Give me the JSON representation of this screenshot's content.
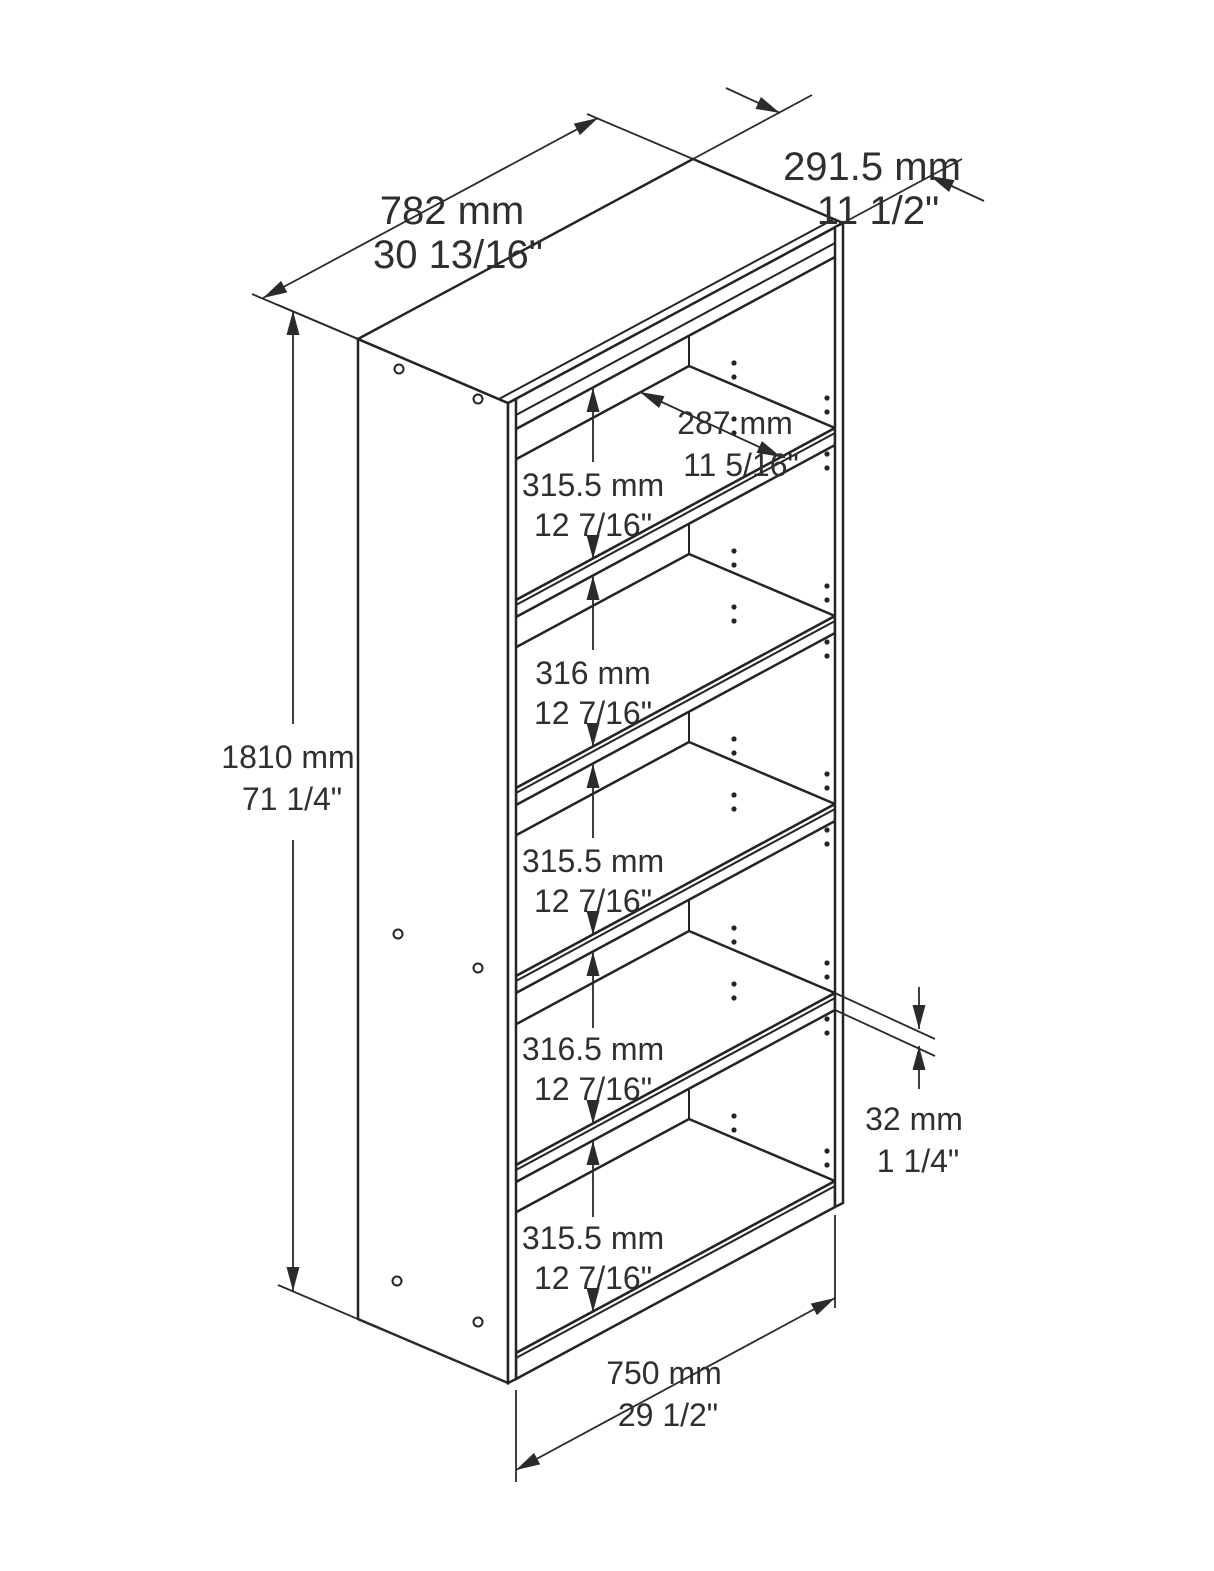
{
  "drawing": {
    "subject": "5-shelf bookcase isometric dimension drawing",
    "units": [
      "mm",
      "inches"
    ]
  },
  "dimensions": {
    "top_width": {
      "mm": "782 mm",
      "inches": "30 13/16\""
    },
    "depth": {
      "mm": "291.5 mm",
      "inches": "11 1/2\""
    },
    "height": {
      "mm": "1810 mm",
      "inches": "71 1/4\""
    },
    "shelf_depth": {
      "mm": "287 mm",
      "inches": "11 5/16\""
    },
    "opening_1": {
      "mm": "315.5 mm",
      "inches": "12 7/16\""
    },
    "opening_2": {
      "mm": "316 mm",
      "inches": "12 7/16\""
    },
    "opening_3": {
      "mm": "315.5 mm",
      "inches": "12 7/16\""
    },
    "opening_4": {
      "mm": "316.5 mm",
      "inches": "12 7/16\""
    },
    "opening_5": {
      "mm": "315.5 mm",
      "inches": "12 7/16\""
    },
    "shelf_thickness": {
      "mm": "32 mm",
      "inches": "1 1/4\""
    },
    "bottom_width": {
      "mm": "750 mm",
      "inches": "29 1/2\""
    }
  }
}
